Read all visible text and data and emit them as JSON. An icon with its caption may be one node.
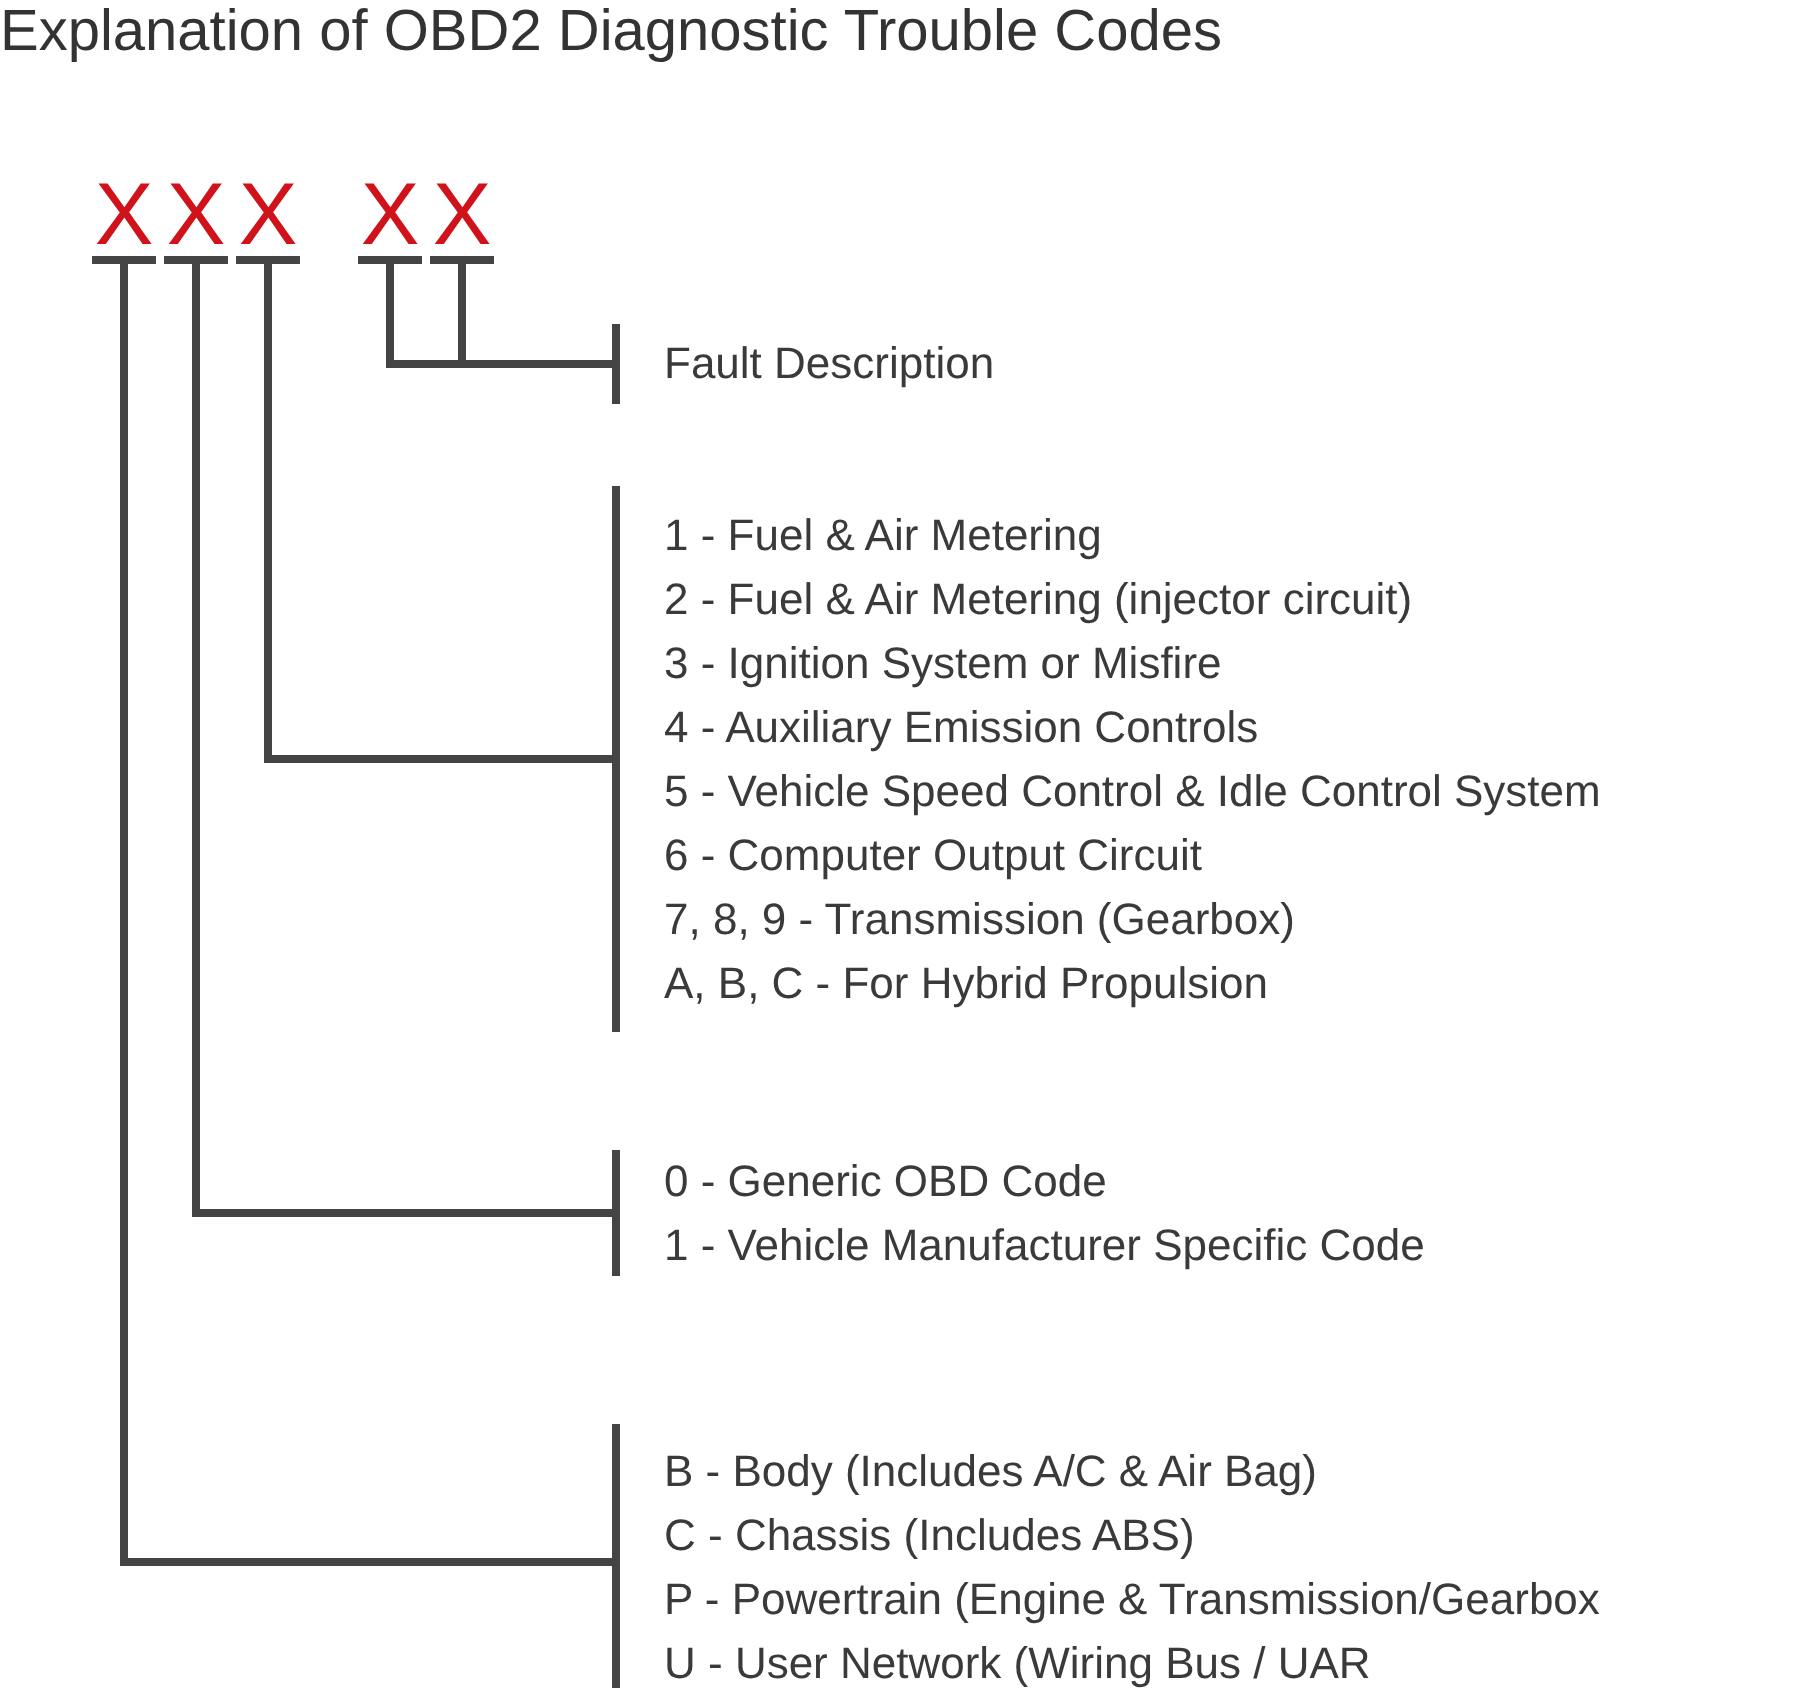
{
  "diagram": {
    "title": "Explanation of OBD2 Diagnostic Trouble Codes",
    "nodes": [
      {
        "text": [
          "X"
        ]
      },
      {
        "text": [
          "X"
        ]
      },
      {
        "text": [
          "X"
        ]
      },
      {
        "text": [
          "X"
        ]
      },
      {
        "text": [
          "X"
        ]
      },
      {
        "text": [
          "Fault Description"
        ]
      },
      {
        "text": [
          "1 - Fuel & Air Metering",
          "2 - Fuel & Air Metering (injector circuit)",
          "3 - Ignition System or Misfire",
          "4 - Auxiliary Emission Controls",
          "5 - Vehicle Speed Control & Idle Control System",
          "6 - Computer Output Circuit",
          "7, 8, 9 -  Transmission (Gearbox)",
          "A, B, C - For Hybrid Propulsion"
        ]
      },
      {
        "text": [
          "0 - Generic OBD Code",
          "1 - Vehicle Manufacturer Specific Code"
        ]
      },
      {
        "text": [
          "B - Body (Includes A/C & Air Bag)",
          "C - Chassis (Includes ABS)",
          "P - Powertrain (Engine & Transmission/Gearbox",
          "U - User Network (Wiring Bus / UAR"
        ]
      }
    ],
    "edges": [
      {
        "from": 3,
        "to": 5,
        "arrow": "none"
      },
      {
        "from": 4,
        "to": 5,
        "arrow": "none"
      },
      {
        "from": 2,
        "to": 6,
        "arrow": "none"
      },
      {
        "from": 1,
        "to": 7,
        "arrow": "none"
      },
      {
        "from": 0,
        "to": 8,
        "arrow": "none"
      }
    ]
  }
}
